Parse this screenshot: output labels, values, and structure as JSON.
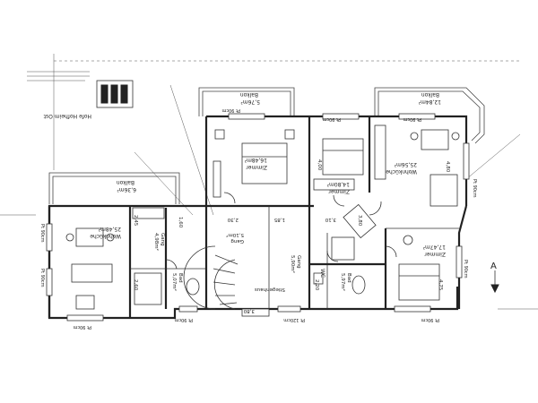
{
  "logo": {
    "text": "Hofe Hofheim Ost"
  },
  "balconies": [
    {
      "id": "top-left",
      "name": "Balkon",
      "area": "5,76m²"
    },
    {
      "id": "top-right",
      "name": "Balkon",
      "area": "12,84m²"
    },
    {
      "id": "left",
      "name": "Balkon",
      "area": "6,36m²"
    }
  ],
  "rooms": [
    {
      "id": "zimmer-a",
      "name": "Zimmer",
      "area": "16,48m²"
    },
    {
      "id": "zimmer-b",
      "name": "Zimmer",
      "area": "14,80m²"
    },
    {
      "id": "wohnkueche-a",
      "name": "Wohnküche",
      "area": "25,56m²"
    },
    {
      "id": "wohnkueche-b",
      "name": "Wohnküche",
      "area": "25,48m²"
    },
    {
      "id": "zimmer-c",
      "name": "Zimmer",
      "area": "17,47m²"
    },
    {
      "id": "gang-a",
      "name": "Gang",
      "area": "4,98m²"
    },
    {
      "id": "gang-b",
      "name": "Gang",
      "area": "5,10m²"
    },
    {
      "id": "gang-c",
      "name": "Gang",
      "area": "5,90m²"
    },
    {
      "id": "bad-a",
      "name": "Bad",
      "area": "5,07m²"
    },
    {
      "id": "bad-b",
      "name": "Bad",
      "area": "5,97m²"
    },
    {
      "id": "wc",
      "name": "WC",
      "area": ""
    },
    {
      "id": "treppenhaus",
      "name": "Stiegenhaus",
      "area": ""
    }
  ],
  "sill_labels": {
    "top_left": "Pt 90cm",
    "top_mid": "Pt 90cm",
    "top_right": "Pt 90cm",
    "right_top": "Pt 90cm",
    "right_bottom": "Pt 90cm",
    "left_top": "Pt 90cm",
    "left_bottom": "Pt 90cm",
    "bottom_left": "Pt 90cm",
    "bottom_mid": "Pt 90cm",
    "bottom_mid2": "Pt 120cm",
    "bottom_right": "Pt 90cm"
  },
  "dimensions": [
    "4,00",
    "3,10",
    "2,30",
    "1,85",
    "2,20",
    "2,60",
    "2,45",
    "3,80",
    "1,60",
    "4,80",
    "4,75",
    "3,80"
  ],
  "marker": {
    "label": "A"
  }
}
